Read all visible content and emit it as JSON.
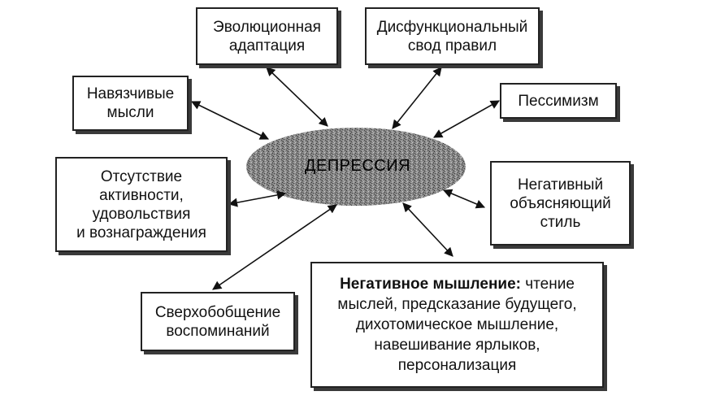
{
  "center": {
    "label": "ДЕПРЕССИЯ"
  },
  "boxes": {
    "evolution": "Эволюционная\nадаптация",
    "dysfunctional": "Дисфункциональный\nсвод правил",
    "intrusive": "Навязчивые\nмысли",
    "pessimism": "Пессимизм",
    "absence": "Отсутствие\nактивности,\nудовольствия\nи вознаграждения",
    "negative_style": "Негативный\nобъясняющий\nстиль",
    "overgeneralization": "Сверхобобщение\nвоспоминаний",
    "negative_thinking": {
      "title": "Негативное мышление:",
      "text": " чтение мыслей, предсказание будущего, дихотомическое мышление, навешивание ярлыков, персонализация"
    }
  }
}
